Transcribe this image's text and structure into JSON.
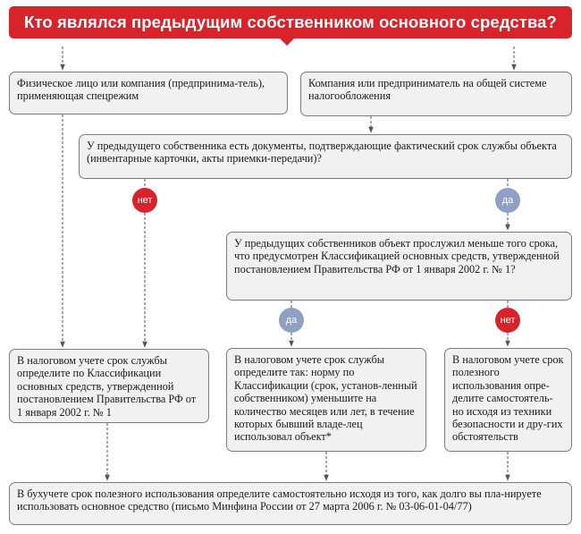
{
  "title": "Кто являлся предыдущим собственником основного средства?",
  "nodes": {
    "individual": "Физическое лицо или компания (предпринима-тель), применяющая спецрежим",
    "general": "Компания или предприниматель на общей системе налогообложения",
    "docs_question": "У предыдущего собственника есть документы, подтверждающие фактический срок службы объекта (инвентарные карточки, акты приемки-передачи)?",
    "term_question": "У предыдущих собственников объект прослужил меньше того срока, что предусмотрен Классификацией основных средств, утвержденной постановлением Правительства РФ от 1 января 2002 г. № 1?",
    "tax_classification": "В налоговом учете срок службы определите по Классификации основных средств, утвержденной постановлением Правительства РФ от 1 января 2002 г. № 1",
    "tax_reduce": "В налоговом учете срок службы определите так: норму по Классификации (срок, установ-ленный собственником) уменьшите на количество месяцев или лет, в течение которых бывший владе-лец использовал объект*",
    "tax_self": "В налоговом учете срок полезного использования опре-делите самостоятель-но исходя из техники безопасности и дру-гих обстоятельств",
    "accounting": "В бухучете срок полезного использования определите самостоятельно исходя из того, как долго вы пла-нируете использовать основное средство (письмо Минфина России от 27 марта 2006 г. № 03-06-01-04/77)"
  },
  "badges": {
    "no_docs": "нет",
    "yes_docs": "да",
    "yes_term": "да",
    "no_term": "нет"
  },
  "colors": {
    "accent_red": "#d8232a",
    "badge_blue": "#8ea0c4",
    "box_fill": "#f1f1f1",
    "box_border": "#7b7b7b"
  }
}
